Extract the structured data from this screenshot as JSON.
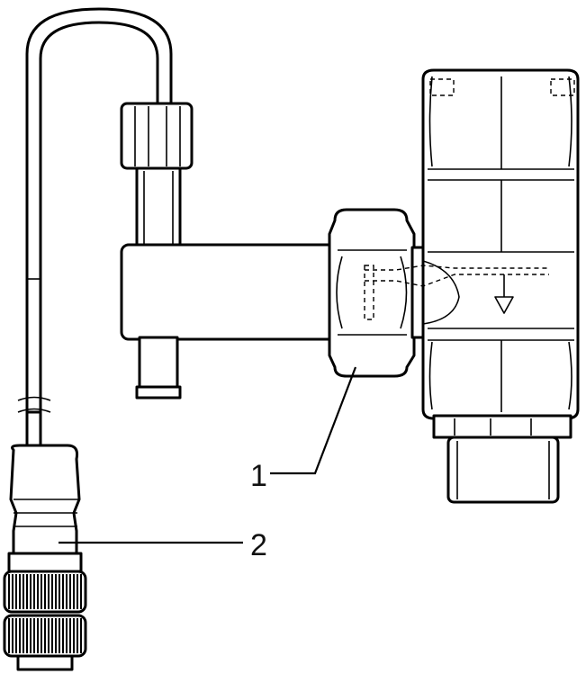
{
  "callouts": [
    {
      "number": "1"
    },
    {
      "number": "2"
    }
  ],
  "colors": {
    "line": "#000000",
    "background": "#ffffff"
  },
  "icons": [
    "sensor-body",
    "union-nut",
    "cable-loop",
    "connector-plug",
    "flow-arrow-icon"
  ]
}
